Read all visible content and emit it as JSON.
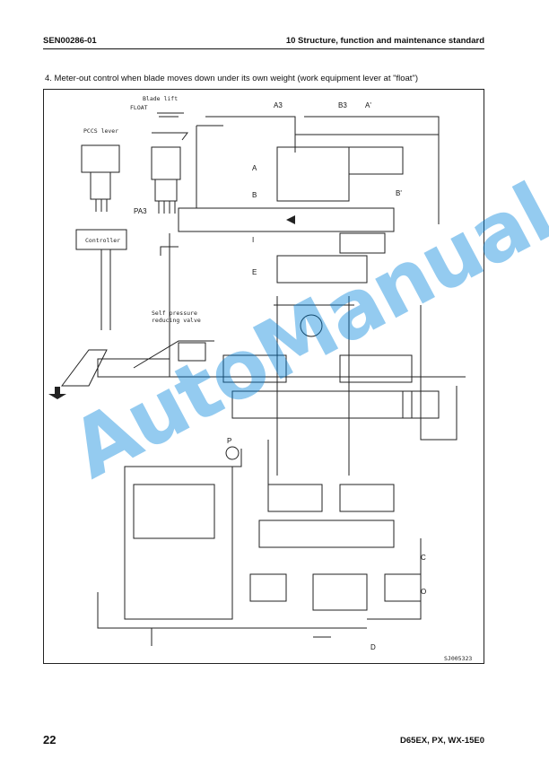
{
  "header": {
    "doc_code": "SEN00286-01",
    "section_title": "10 Structure, function and maintenance standard"
  },
  "caption": "4.    Meter-out control when blade moves down under its own weight (work equipment lever at \"float\")",
  "diagram": {
    "labels": {
      "blade_lift": "Blade lift",
      "float": "FLOAT",
      "pccs_lever": "PCCS lever",
      "pa3": "PA3",
      "controller": "Controller",
      "self_pressure_valve": [
        "Self pressure",
        "reducing valve"
      ],
      "p_gauge": "P",
      "a3": "A3",
      "b3": "B3",
      "a_prime": "A'",
      "b_prime": "B'",
      "a": "A",
      "b": "B",
      "i": "I",
      "e": "E",
      "c": "C",
      "d": "D",
      "o": "O",
      "figure_id": "SJ005323"
    }
  },
  "watermark": "AutoManual",
  "footer": {
    "page_number": "22",
    "model": "D65EX, PX, WX-15E0"
  },
  "colors": {
    "line": "#222222",
    "watermark": "#0084dc"
  }
}
